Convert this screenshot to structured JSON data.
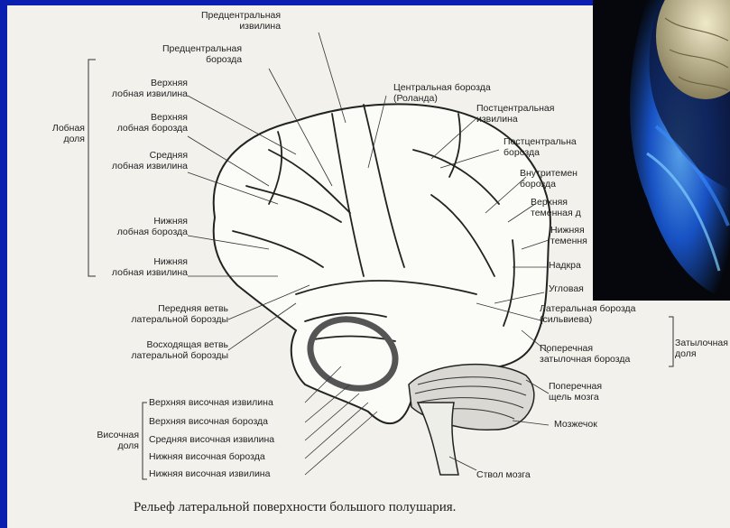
{
  "labels": {
    "precentral_gyrus": "Предцентральная\nизвилина",
    "precentral_sulcus": "Предцентральная\nборозда",
    "central_sulcus": "Центральная борозда\n(Роланда)",
    "postcentral_gyrus": "Постцентральная\nизвилина",
    "postcentral_sulcus": "Постцентральна\nборозда",
    "intraparietal_sulcus": "Внутритемен\nборозда",
    "superior_parietal": "Верхняя\nтеменная д",
    "inferior_parietal": "Нижняя\nтемення",
    "supramarginal": "Надкра",
    "angular_gyrus": "Угловая",
    "lateral_sulcus": "Латеральная борозда\n(сильвиева)",
    "transverse_occipital": "Поперечная\nзатылочная борозда",
    "transverse_fissure": "Поперечная\nщель мозга",
    "cerebellum": "Мозжечок",
    "brainstem": "Ствол мозга",
    "sup_frontal_gyrus": "Верхняя\nлобная извилина",
    "sup_frontal_sulcus": "Верхняя\nлобная борозда",
    "mid_frontal_gyrus": "Средняя\nлобная извилина",
    "inf_frontal_sulcus": "Нижняя\nлобная борозда",
    "inf_frontal_gyrus": "Нижняя\nлобная извилина",
    "frontal_lobe": "Лобная\nдоля",
    "ant_branch": "Передняя ветвь\nлатеральной борозды",
    "asc_branch": "Восходящая ветвь\nлатеральной борозды",
    "sup_temporal_gyrus": "Верхняя височная извилина",
    "sup_temporal_sulcus": "Верхняя височная борозда",
    "mid_temporal_gyrus": "Средняя височная извилина",
    "inf_temporal_sulcus": "Нижняя височная борозда",
    "inf_temporal_gyrus": "Нижняя височная извилина",
    "temporal_lobe": "Височная\nдоля",
    "occipital_lobe": "Затылочная\nдоля"
  },
  "caption": "Рельеф латеральной поверхности большого полушария.",
  "colors": {
    "frame": "#0a1fb0",
    "paper": "#f2f1ec",
    "highlight_ring": "#555555",
    "ink": "#222222"
  }
}
